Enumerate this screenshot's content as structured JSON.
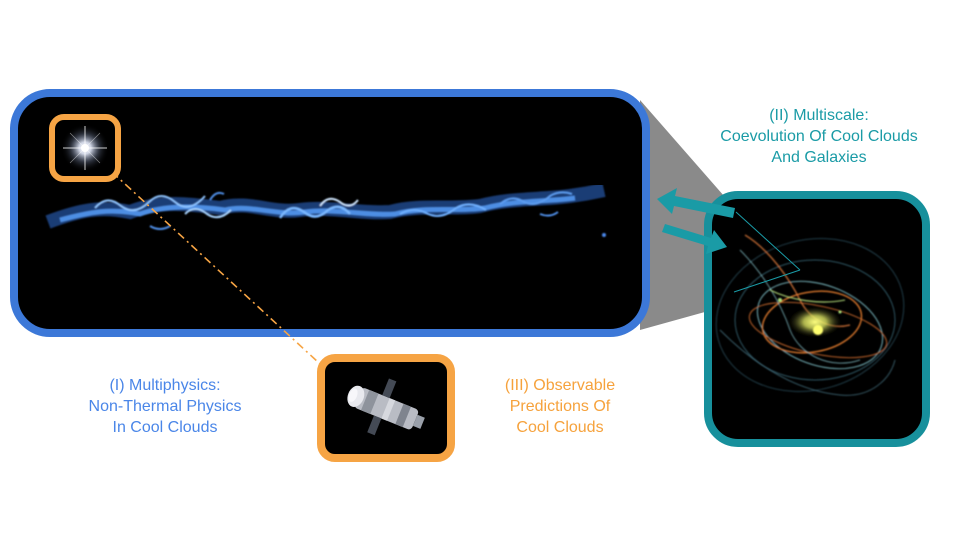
{
  "labels": {
    "multiphysics": {
      "lines": [
        "(I) Multiphysics:",
        "Non-Thermal Physics",
        "In Cool Clouds"
      ],
      "color": "#4a86e8"
    },
    "multiscale": {
      "lines": [
        "(II) Multiscale:",
        "Coevolution Of Cool Clouds",
        "And Galaxies"
      ],
      "color": "#1a9ba6"
    },
    "observable": {
      "lines": [
        "(III) Observable",
        "Predictions Of",
        "Cool Clouds"
      ],
      "color": "#f6a23c"
    }
  },
  "colors": {
    "cloud_frame": "#3c78d8",
    "galaxy_frame": "#17909c",
    "inset_frame": "#f6a444",
    "arrows": "#1a9ba6",
    "connector_wedge": "#8c8c8c",
    "panel_background": "#000000"
  },
  "icons": {
    "star": "bright-star-icon",
    "telescope": "space-telescope-icon",
    "galaxy": "galaxy-simulation-icon"
  }
}
